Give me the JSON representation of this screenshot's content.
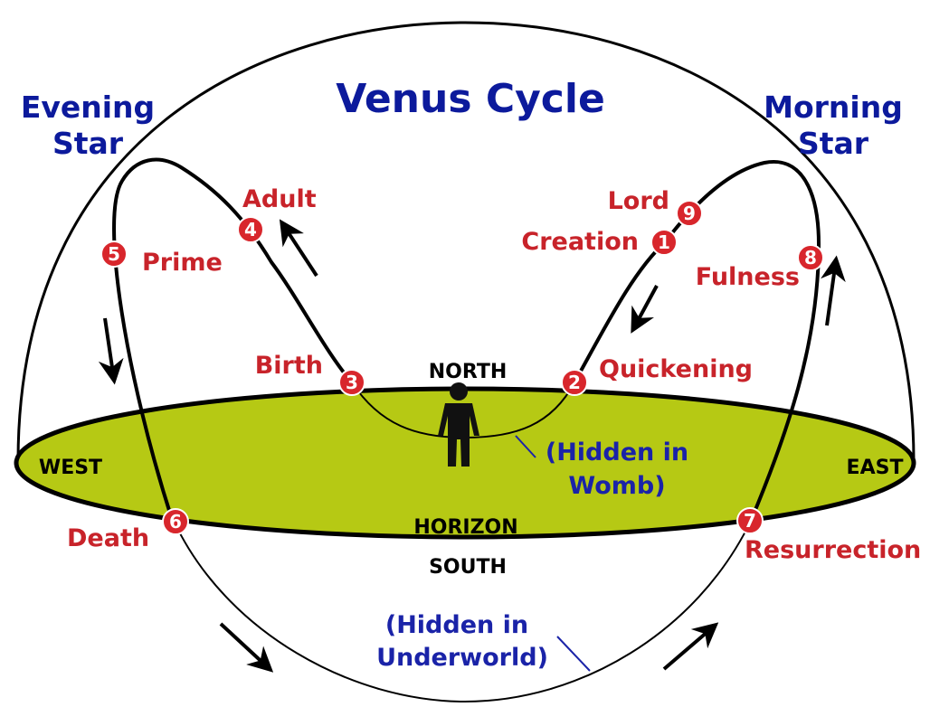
{
  "title": "Venus Cycle",
  "evening_star": [
    "Evening",
    "Star"
  ],
  "morning_star": [
    "Morning",
    "Star"
  ],
  "directions": {
    "north": "NORTH",
    "south": "SOUTH",
    "east": "EAST",
    "west": "WEST",
    "horizon": "HORIZON"
  },
  "hidden_womb": [
    "(Hidden in",
    "Womb)"
  ],
  "hidden_underworld": [
    "(Hidden in",
    "Underworld)"
  ],
  "stages": [
    {
      "number": "1",
      "label": "Creation"
    },
    {
      "number": "2",
      "label": "Quickening"
    },
    {
      "number": "3",
      "label": "Birth"
    },
    {
      "number": "4",
      "label": "Adult"
    },
    {
      "number": "5",
      "label": "Prime"
    },
    {
      "number": "6",
      "label": "Death"
    },
    {
      "number": "7",
      "label": "Resurrection"
    },
    {
      "number": "8",
      "label": "Fulness"
    },
    {
      "number": "9",
      "label": "Lord"
    }
  ],
  "colors": {
    "title_blue": "#0c1a9c",
    "stage_red": "#c8232a",
    "marker_red": "#d8262c",
    "horizon_fill": "#b6c914",
    "figure": "#111111"
  },
  "figure_icon": "human-silhouette-icon"
}
